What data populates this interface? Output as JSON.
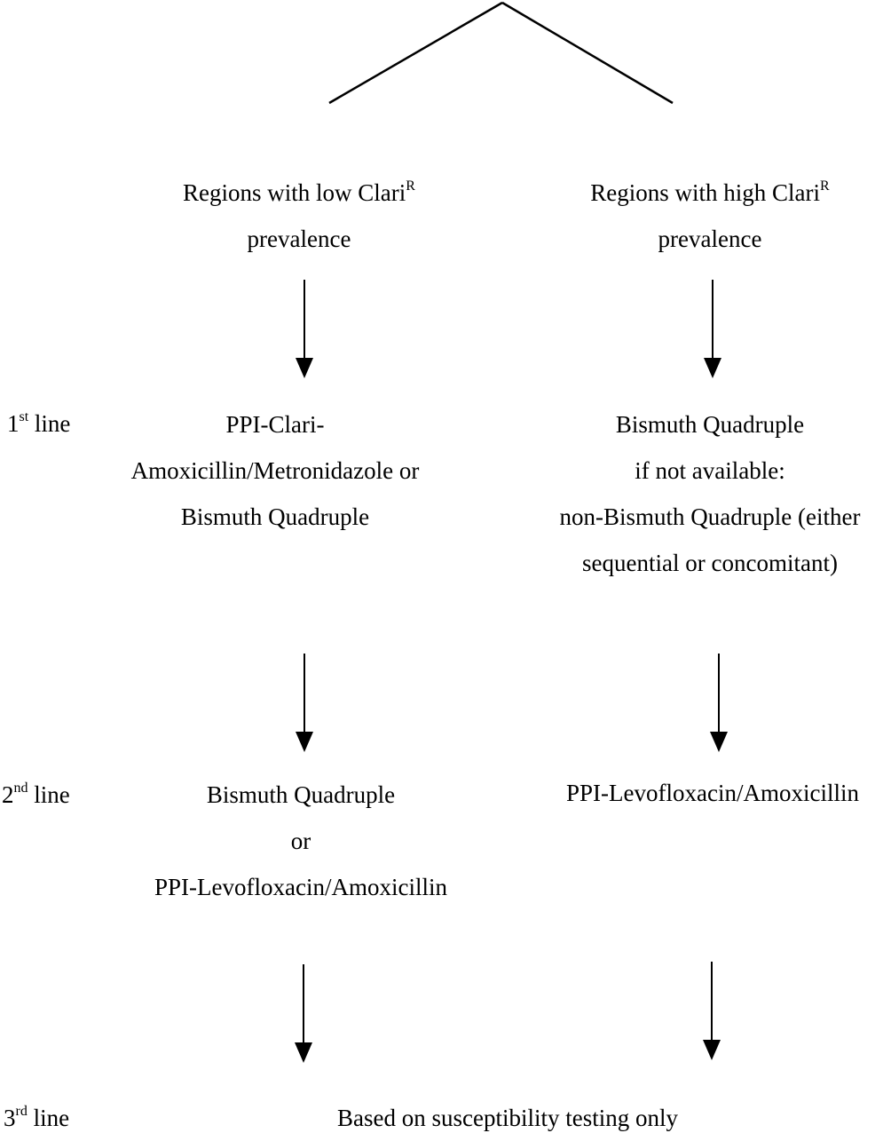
{
  "left": {
    "region_main": "Regions with low Clari",
    "region_sup": "R",
    "region_line2": "prevalence",
    "first_line": [
      "PPI-Clari-",
      "Amoxicillin/Metronidazole or",
      "Bismuth Quadruple"
    ],
    "second_line": [
      "Bismuth Quadruple",
      "or",
      "PPI-Levofloxacin/Amoxicillin"
    ]
  },
  "right": {
    "region_main": "Regions with high Clari",
    "region_sup": "R",
    "region_line2": "prevalence",
    "first_line": [
      "Bismuth Quadruple",
      "if not available:",
      "non-Bismuth Quadruple (either",
      "sequential or concomitant)"
    ],
    "second_line": [
      "PPI-Levofloxacin/Amoxicillin"
    ]
  },
  "line_labels": {
    "first": {
      "num": "1",
      "sup": "st",
      "text": " line"
    },
    "second": {
      "num": "2",
      "sup": "nd",
      "text": " line"
    },
    "third": {
      "num": "3",
      "sup": "rd",
      "text": " line"
    }
  },
  "third_line_text": "Based on susceptibility testing only"
}
